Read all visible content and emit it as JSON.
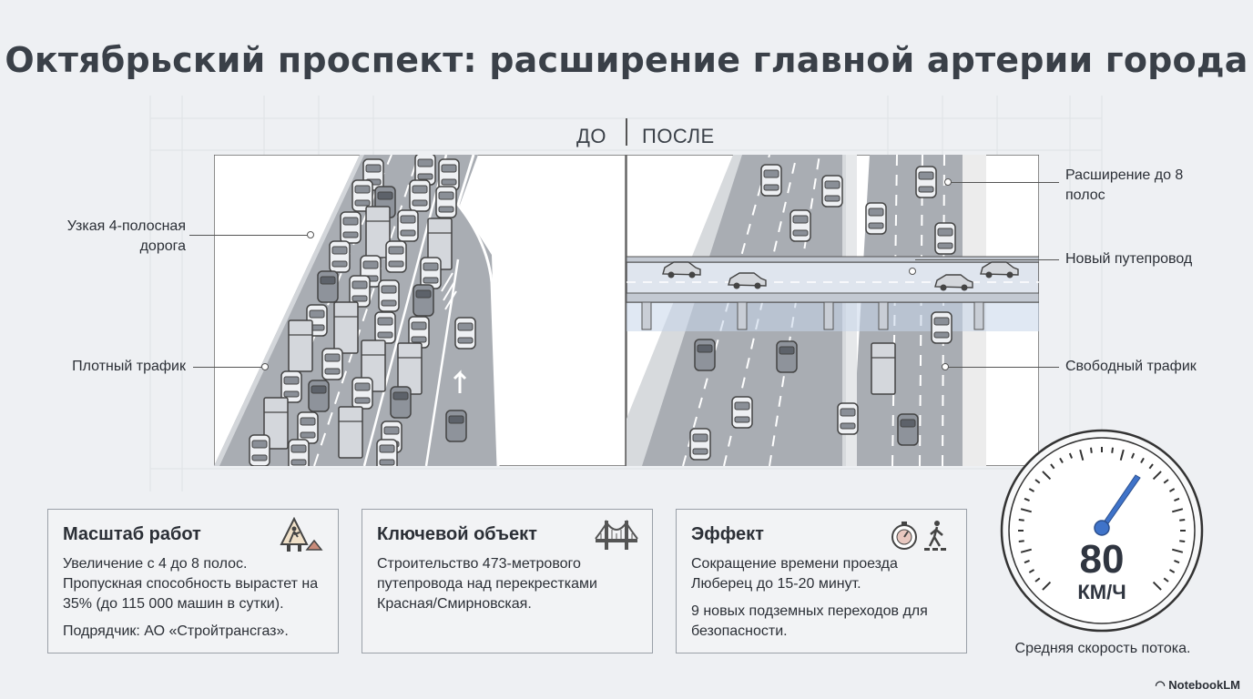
{
  "title": "Октябрьский проспект: расширение главной артерии города",
  "compare": {
    "before_label": "ДО",
    "after_label": "ПОСЛЕ"
  },
  "annotations": {
    "narrow_road": "Узкая 4-полосная дорога",
    "dense_traffic": "Плотный трафик",
    "widening": "Расширение до 8 полос",
    "new_overpass": "Новый путепровод",
    "free_traffic": "Свободный трафик"
  },
  "cards": [
    {
      "title": "Масштаб работ",
      "text": "Увеличение с 4 до 8 полос. Пропускная способность вырастет на 35% (до 115 000 машин в сутки).",
      "text2": "Подрядчик: АО «Стройтрансгаз».",
      "icon": "road-works-icon"
    },
    {
      "title": "Ключевой объект",
      "text": "Строительство 473-метрового путепровода над перекрестками Красная/Смирновская.",
      "text2": "",
      "icon": "bridge-icon"
    },
    {
      "title": "Эффект",
      "text": "Сокращение времени проезда Люберец до 15-20 минут.",
      "text2": "9 новых подземных переходов для безопасности.",
      "icon": "stopwatch-pedestrian-icon"
    }
  ],
  "gauge": {
    "value": "80",
    "unit": "КМ/Ч",
    "caption": "Средняя скорость потока."
  },
  "brand": "NotebookLM",
  "colors": {
    "background": "#eef0f3",
    "road": "#a9adb3",
    "overpass": "#c6d6ea",
    "accent": "#3f73c9"
  }
}
